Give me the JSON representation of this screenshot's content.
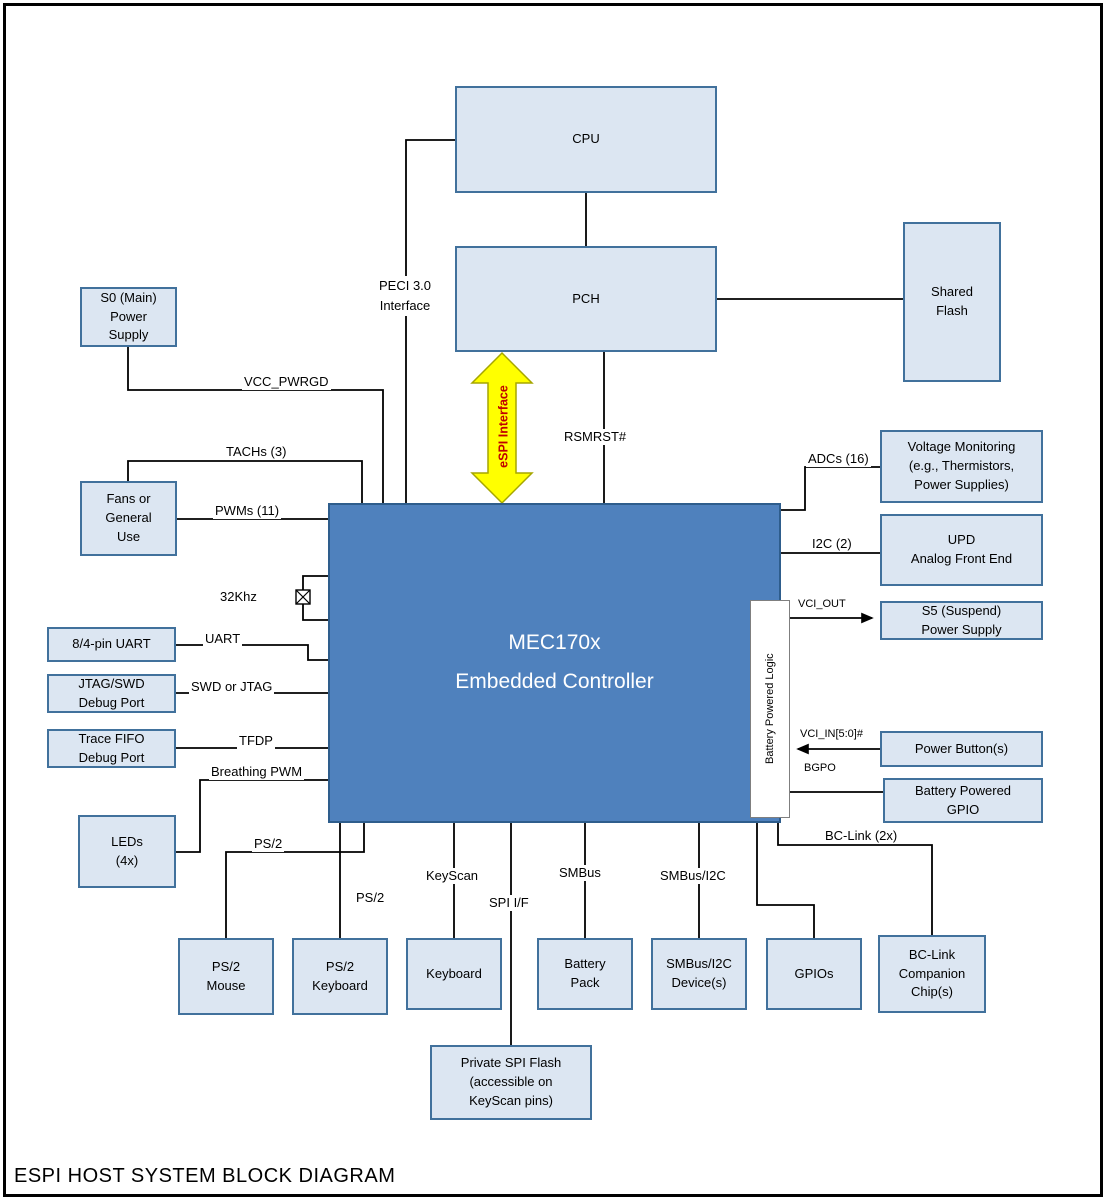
{
  "title": "ESPI HOST SYSTEM BLOCK DIAGRAM",
  "colors": {
    "node_fill": "#dce6f2",
    "node_border": "#41719c",
    "mec_fill": "#4f81bd",
    "mec_border": "#2e5d8c",
    "arrow_fill": "#ffff00",
    "arrow_stroke": "#a6a600",
    "espi_text": "#c00000"
  },
  "nodes": {
    "cpu": "CPU",
    "pch": "PCH",
    "shared_flash": "Shared\nFlash",
    "s0_power": "S0 (Main)\nPower\nSupply",
    "fans": "Fans or\nGeneral\nUse",
    "uart_port": "8/4-pin UART",
    "jtag_port": "JTAG/SWD\nDebug Port",
    "tfdp_port": "Trace FIFO\nDebug Port",
    "leds": "LEDs\n(4x)",
    "mec": "MEC170x\nEmbedded Controller",
    "battery_logic": "Battery Powered Logic",
    "voltage_mon": "Voltage Monitoring\n(e.g., Thermistors,\nPower Supplies)",
    "upd_afe": "UPD\nAnalog Front End",
    "s5_power": "S5 (Suspend)\nPower Supply",
    "power_buttons": "Power Button(s)",
    "bp_gpio": "Battery Powered\nGPIO",
    "ps2_mouse": "PS/2\nMouse",
    "ps2_keyboard": "PS/2\nKeyboard",
    "keyboard": "Keyboard",
    "battery_pack": "Battery\nPack",
    "smbus_devices": "SMBus/I2C\nDevice(s)",
    "gpios": "GPIOs",
    "bclink_chips": "BC-Link\nCompanion\nChip(s)",
    "private_spi_flash": "Private SPI Flash\n(accessible on\nKeyScan pins)"
  },
  "wire_labels": {
    "peci": "PECI 3.0\nInterface",
    "espi": "eSPI Interface",
    "rsmrst": "RSMRST#",
    "vcc_pwrgd": "VCC_PWRGD",
    "tachs": "TACHs (3)",
    "pwms": "PWMs (11)",
    "khz32": "32Khz",
    "uart": "UART",
    "swd_jtag": "SWD or JTAG",
    "tfdp": "TFDP",
    "breathing_pwm": "Breathing PWM",
    "ps2_mouse": "PS/2",
    "ps2_keyboard": "PS/2",
    "keyscan": "KeyScan",
    "spi_if": "SPI I/F",
    "smbus": "SMBus",
    "smbus_i2c": "SMBus/I2C",
    "adcs": "ADCs (16)",
    "i2c": "I2C (2)",
    "vci_out": "VCI_OUT",
    "vci_in": "VCI_IN[5:0]#",
    "bgpo": "BGPO",
    "bclink": "BC-Link (2x)"
  }
}
